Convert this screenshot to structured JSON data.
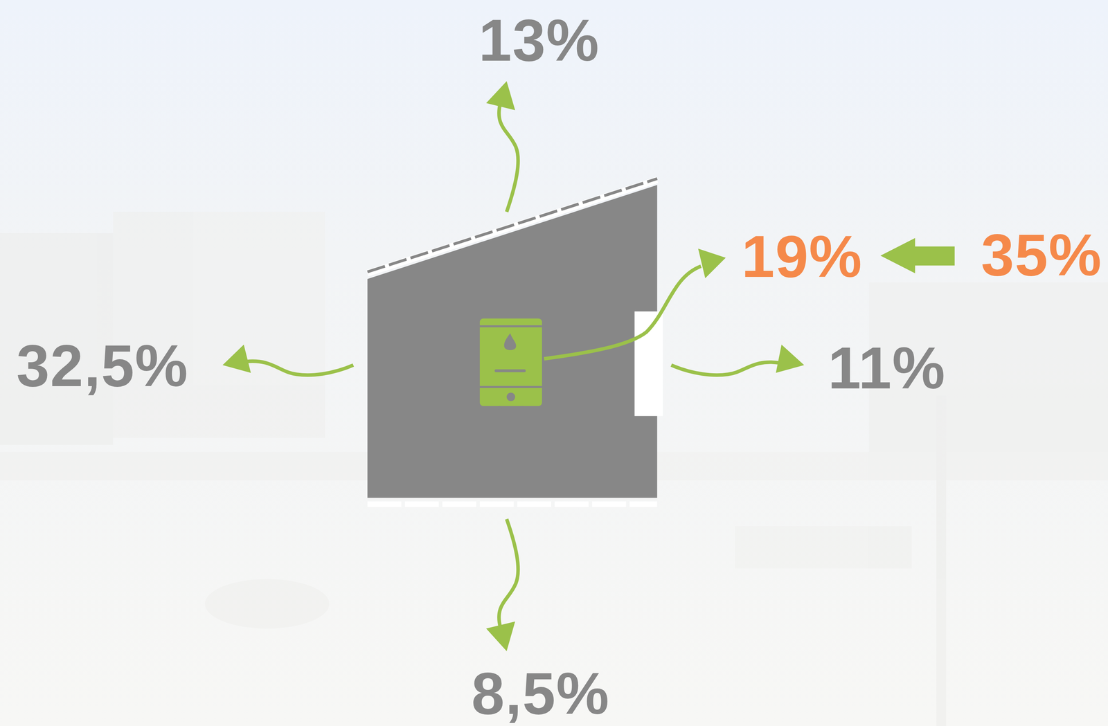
{
  "diagram": {
    "labels": [
      "13%",
      "19%",
      "35%",
      "32,5%",
      "11%",
      "8,5%"
    ]
  }
}
